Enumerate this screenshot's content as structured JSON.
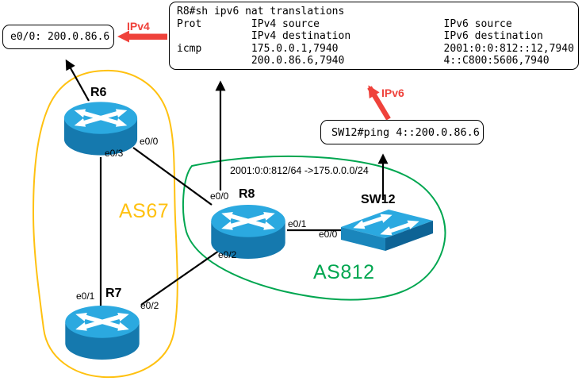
{
  "nat_output_box": {
    "lines": [
      "R8#sh ipv6 nat translations",
      "Prot        IPv4 source                    IPv6 source",
      "            IPv4 destination               IPv6 destination",
      "icmp        175.0.0.1,7940                 2001:0:0:812::12,7940",
      "            200.0.86.6,7940                4::C800:5606,7940"
    ]
  },
  "interface_ip_box": {
    "text": "e0/0: 200.0.86.6"
  },
  "ping_box": {
    "text": "SW12#ping 4::200.0.86.6"
  },
  "flow_arrows": {
    "ipv4_label": "IPv4",
    "ipv6_label": "IPv6"
  },
  "route_translation_label": "2001:0:0:812/64 ->175.0.0.0/24",
  "as_groups": [
    {
      "label": "AS67",
      "color": "#FFC110"
    },
    {
      "label": "AS812",
      "color": "#00A650"
    }
  ],
  "devices": [
    {
      "name": "R6",
      "type": "router",
      "interfaces": [
        "e0/0",
        "e0/3"
      ]
    },
    {
      "name": "R7",
      "type": "router",
      "interfaces": [
        "e0/1",
        "e0/2"
      ]
    },
    {
      "name": "R8",
      "type": "router",
      "interfaces": [
        "e0/0",
        "e0/1",
        "e0/2"
      ]
    },
    {
      "name": "SW12",
      "type": "switch",
      "interfaces": [
        "e0/0"
      ]
    }
  ],
  "colors": {
    "device_blue": "#2BA9E0",
    "device_blue_dark": "#1579AE",
    "switch_front": "#1A86BC",
    "switch_side": "#0E6395",
    "as67_outline": "#FFC110",
    "as812_outline": "#00A650",
    "flow_red": "#EF423B",
    "link_black": "#000000"
  }
}
